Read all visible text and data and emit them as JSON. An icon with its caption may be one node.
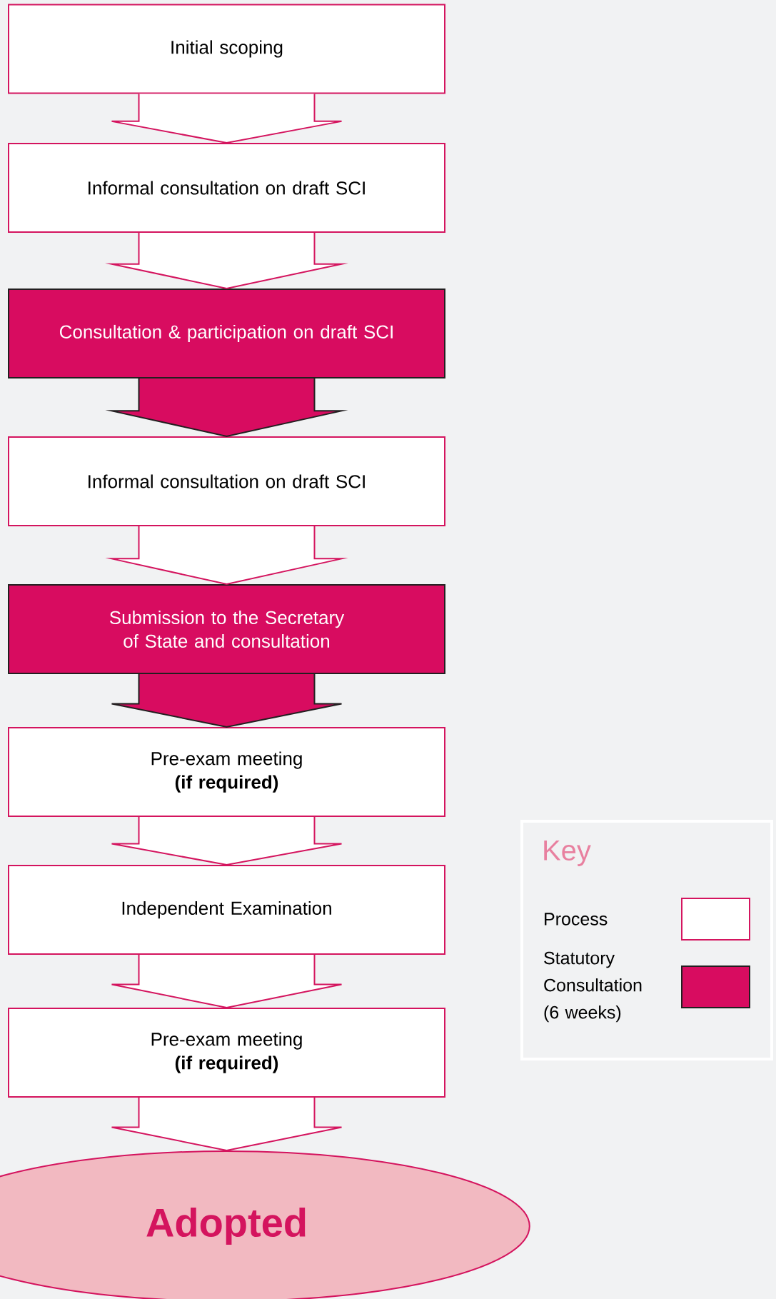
{
  "diagram": {
    "nodes": [
      {
        "text": [
          "Initial scoping"
        ]
      },
      {
        "text": [
          "Informal consultation on draft SCI"
        ]
      },
      {
        "text": [
          "Consultation & participation on draft SCI"
        ]
      },
      {
        "text": [
          "Informal consultation on draft SCI"
        ]
      },
      {
        "text": [
          "Submission to the Secretary of State and consultation"
        ]
      },
      {
        "text": [
          "Pre-exam meeting",
          "(if required)"
        ]
      },
      {
        "text": [
          "Independent Examination"
        ]
      },
      {
        "text": [
          "Pre-exam meeting",
          "(if required)"
        ]
      },
      {
        "text": [
          "Adopted"
        ]
      }
    ],
    "edges": [
      {
        "from": 0,
        "to": 1,
        "arrow": "to"
      },
      {
        "from": 1,
        "to": 2,
        "arrow": "to"
      },
      {
        "from": 2,
        "to": 3,
        "arrow": "to",
        "color": "#231f20"
      },
      {
        "from": 3,
        "to": 4,
        "arrow": "to"
      },
      {
        "from": 4,
        "to": 5,
        "arrow": "to",
        "color": "#231f20"
      },
      {
        "from": 5,
        "to": 6,
        "arrow": "to"
      },
      {
        "from": 6,
        "to": 7,
        "arrow": "to"
      },
      {
        "from": 7,
        "to": 8,
        "arrow": "to"
      }
    ],
    "labels": [
      "Key"
    ],
    "legend": [
      {
        "text": "Process",
        "color": "#ffffff"
      },
      {
        "text": "Statutory Consultation (6 weeks)",
        "color": "#d80c60"
      }
    ]
  }
}
